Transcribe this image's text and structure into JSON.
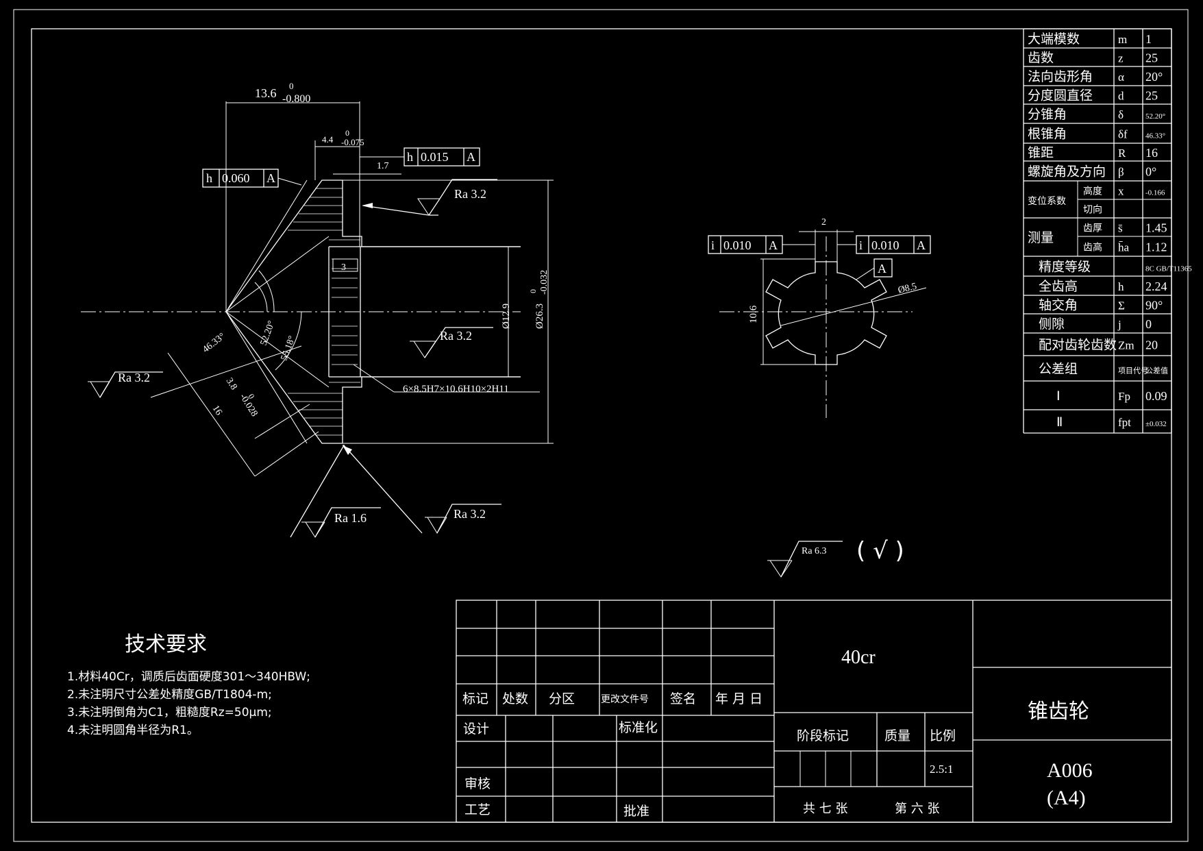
{
  "params_table": {
    "rows": [
      {
        "label": "大端模数",
        "sym": "m",
        "val": "1"
      },
      {
        "label": "齿数",
        "sym": "z",
        "val": "25"
      },
      {
        "label": "法向齿形角",
        "sym": "α",
        "val": "20°"
      },
      {
        "label": "分度圆直径",
        "sym": "d",
        "val": "25"
      },
      {
        "label": "分锥角",
        "sym": "δ",
        "val": "52.20°"
      },
      {
        "label": "根锥角",
        "sym": "δf",
        "val": "46.33°"
      },
      {
        "label": "锥距",
        "sym": "R",
        "val": "16"
      },
      {
        "label": "螺旋角及方向",
        "sym": "β",
        "val": "0°"
      },
      {
        "label": "变位系数",
        "sub": "高度",
        "sym": "x",
        "val": "-0.166"
      },
      {
        "label": "",
        "sub": "切向",
        "sym": "",
        "val": ""
      },
      {
        "label": "测量",
        "sub": "齿厚",
        "sym": "s̄",
        "val": "1.45"
      },
      {
        "label": "",
        "sub": "齿高",
        "sym": "h̄a",
        "val": "1.12"
      },
      {
        "label": "精度等级",
        "sym": "",
        "val": "8C GB/T11365"
      },
      {
        "label": "全齿高",
        "sym": "h",
        "val": "2.24"
      },
      {
        "label": "轴交角",
        "sym": "Σ",
        "val": "90°"
      },
      {
        "label": "侧隙",
        "sym": "j",
        "val": "0"
      },
      {
        "label": "配对齿轮齿数",
        "sym": "Zm",
        "val": "20"
      },
      {
        "label": "公差组",
        "sym": "项目代号",
        "val": "公差值"
      },
      {
        "label": "Ⅰ",
        "sym": "Fp",
        "val": "0.09"
      },
      {
        "label": "Ⅱ",
        "sym": "fpt",
        "val": "±0.032"
      }
    ]
  },
  "dims": {
    "d_13_6": "13.6",
    "d_13_6_tol_up": "0",
    "d_13_6_tol_low": "-0.800",
    "d_4_4": "4.4",
    "d_4_4_tol_up": "0",
    "d_4_4_tol_low": "-0.075",
    "d_1_7": "1.7",
    "d_3": "3",
    "d_phi12_9": "Ø12.9",
    "d_phi26_3": "Ø26.3",
    "d_phi26_3_tol_up": "0",
    "d_phi26_3_tol_low": "-0.032",
    "a_46": "46.33°",
    "a_52": "52.20°",
    "a_55": "55.18°",
    "d_3_8": "3.8",
    "d_3_8_tol_up": "0",
    "d_3_8_tol_low": "-0.028",
    "d_16": "16",
    "spline": "6×8.5H7×10.6H10×2H11",
    "d_2": "2",
    "d_10_6": "10.6",
    "d_phi8_5": "Ø8.5"
  },
  "tolerance_frames": {
    "f1": [
      "h",
      "0.060",
      "A"
    ],
    "f2": [
      "h",
      "0.015",
      "A"
    ],
    "f3": [
      "i",
      "0.010",
      "A"
    ],
    "f4": [
      "i",
      "0.010",
      "A"
    ],
    "datum": "A"
  },
  "roughness": {
    "r1": "Ra 3.2",
    "r2": "Ra 3.2",
    "r3": "Ra 3.2",
    "r4": "Ra 1.6",
    "r5": "Ra 3.2",
    "general": "Ra 6.3",
    "general_paren": "( √ )"
  },
  "tech_req": {
    "title": "技术要求",
    "lines": [
      "1.材料40Cr，调质后齿面硬度301～340HBW;",
      "2.未注明尺寸公差处精度GB/T1804-m;",
      "3.未注明倒角为C1，粗糙度Rz=50μm;",
      "4.未注明圆角半径为R1。"
    ]
  },
  "title_block": {
    "h_mark": "标记",
    "h_count": "处数",
    "h_zone": "分区",
    "h_docno": "更改文件号",
    "h_sign": "签名",
    "h_date": "年 月 日",
    "design": "设计",
    "standard": "标准化",
    "review": "审核",
    "process": "工艺",
    "approve": "批准",
    "material": "40cr",
    "stage": "阶段标记",
    "mass": "质量",
    "scale_label": "比例",
    "scale": "2.5:1",
    "sheets_total": "共 七 张",
    "sheet_no": "第 六 张",
    "part_name": "锥齿轮",
    "drawing_no": "A006",
    "paper": "(A4)"
  }
}
